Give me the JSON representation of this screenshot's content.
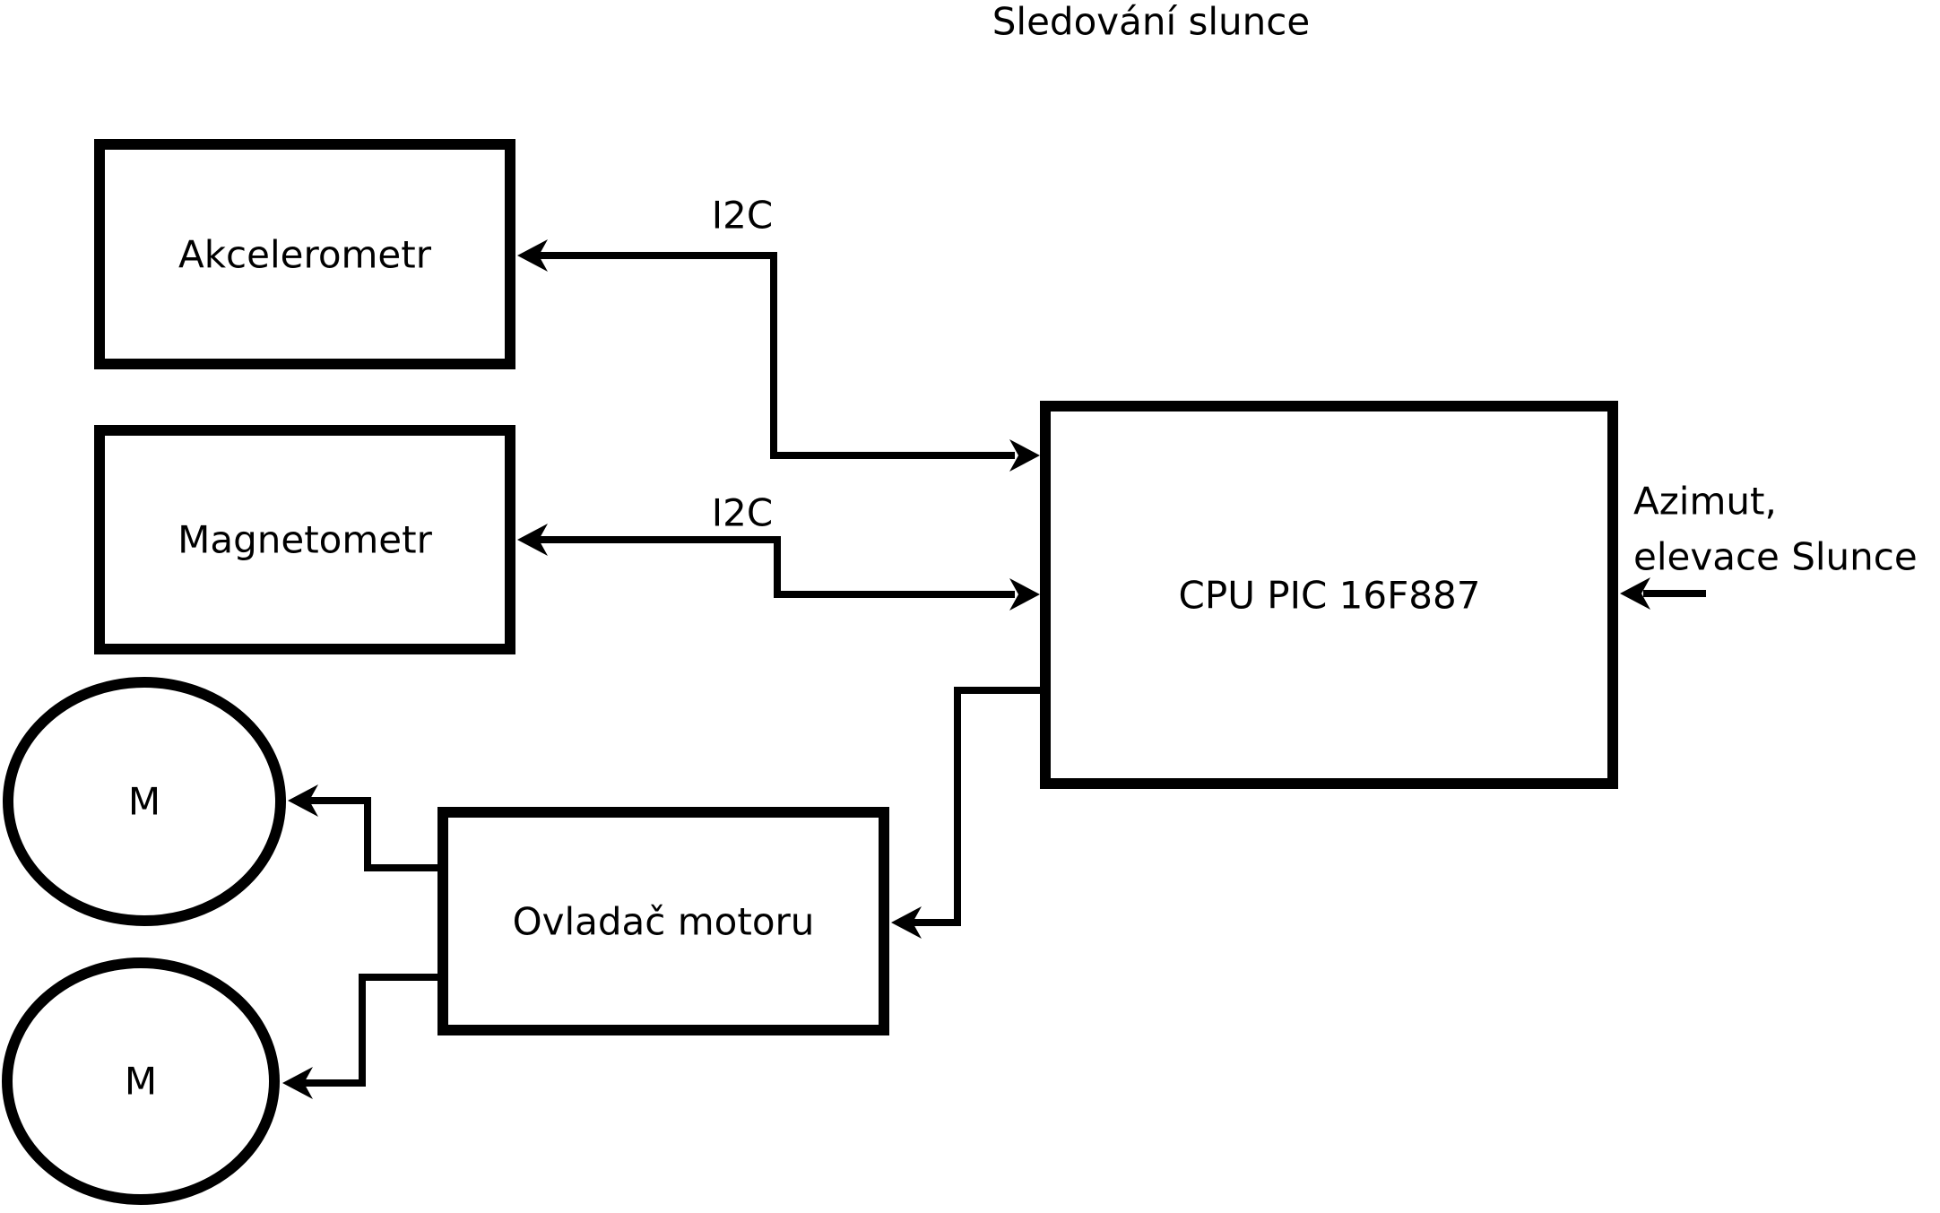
{
  "title": "Sledování slunce",
  "blocks": {
    "akcelerometr": {
      "label": "Akcelerometr"
    },
    "magnetometr": {
      "label": "Magnetometr"
    },
    "cpu": {
      "label": "CPU PIC 16F887"
    },
    "ovladac": {
      "label": "Ovladač motoru"
    }
  },
  "motors": {
    "m1": {
      "label": "M"
    },
    "m2": {
      "label": "M"
    }
  },
  "connections": {
    "i2c_akcelerometr": {
      "label": "I2C"
    },
    "i2c_magnetometr": {
      "label": "I2C"
    },
    "azimut": {
      "line1": "Azimut,",
      "line2": "elevace Slunce"
    }
  },
  "colors": {
    "line": "#000000",
    "background": "#ffffff"
  }
}
